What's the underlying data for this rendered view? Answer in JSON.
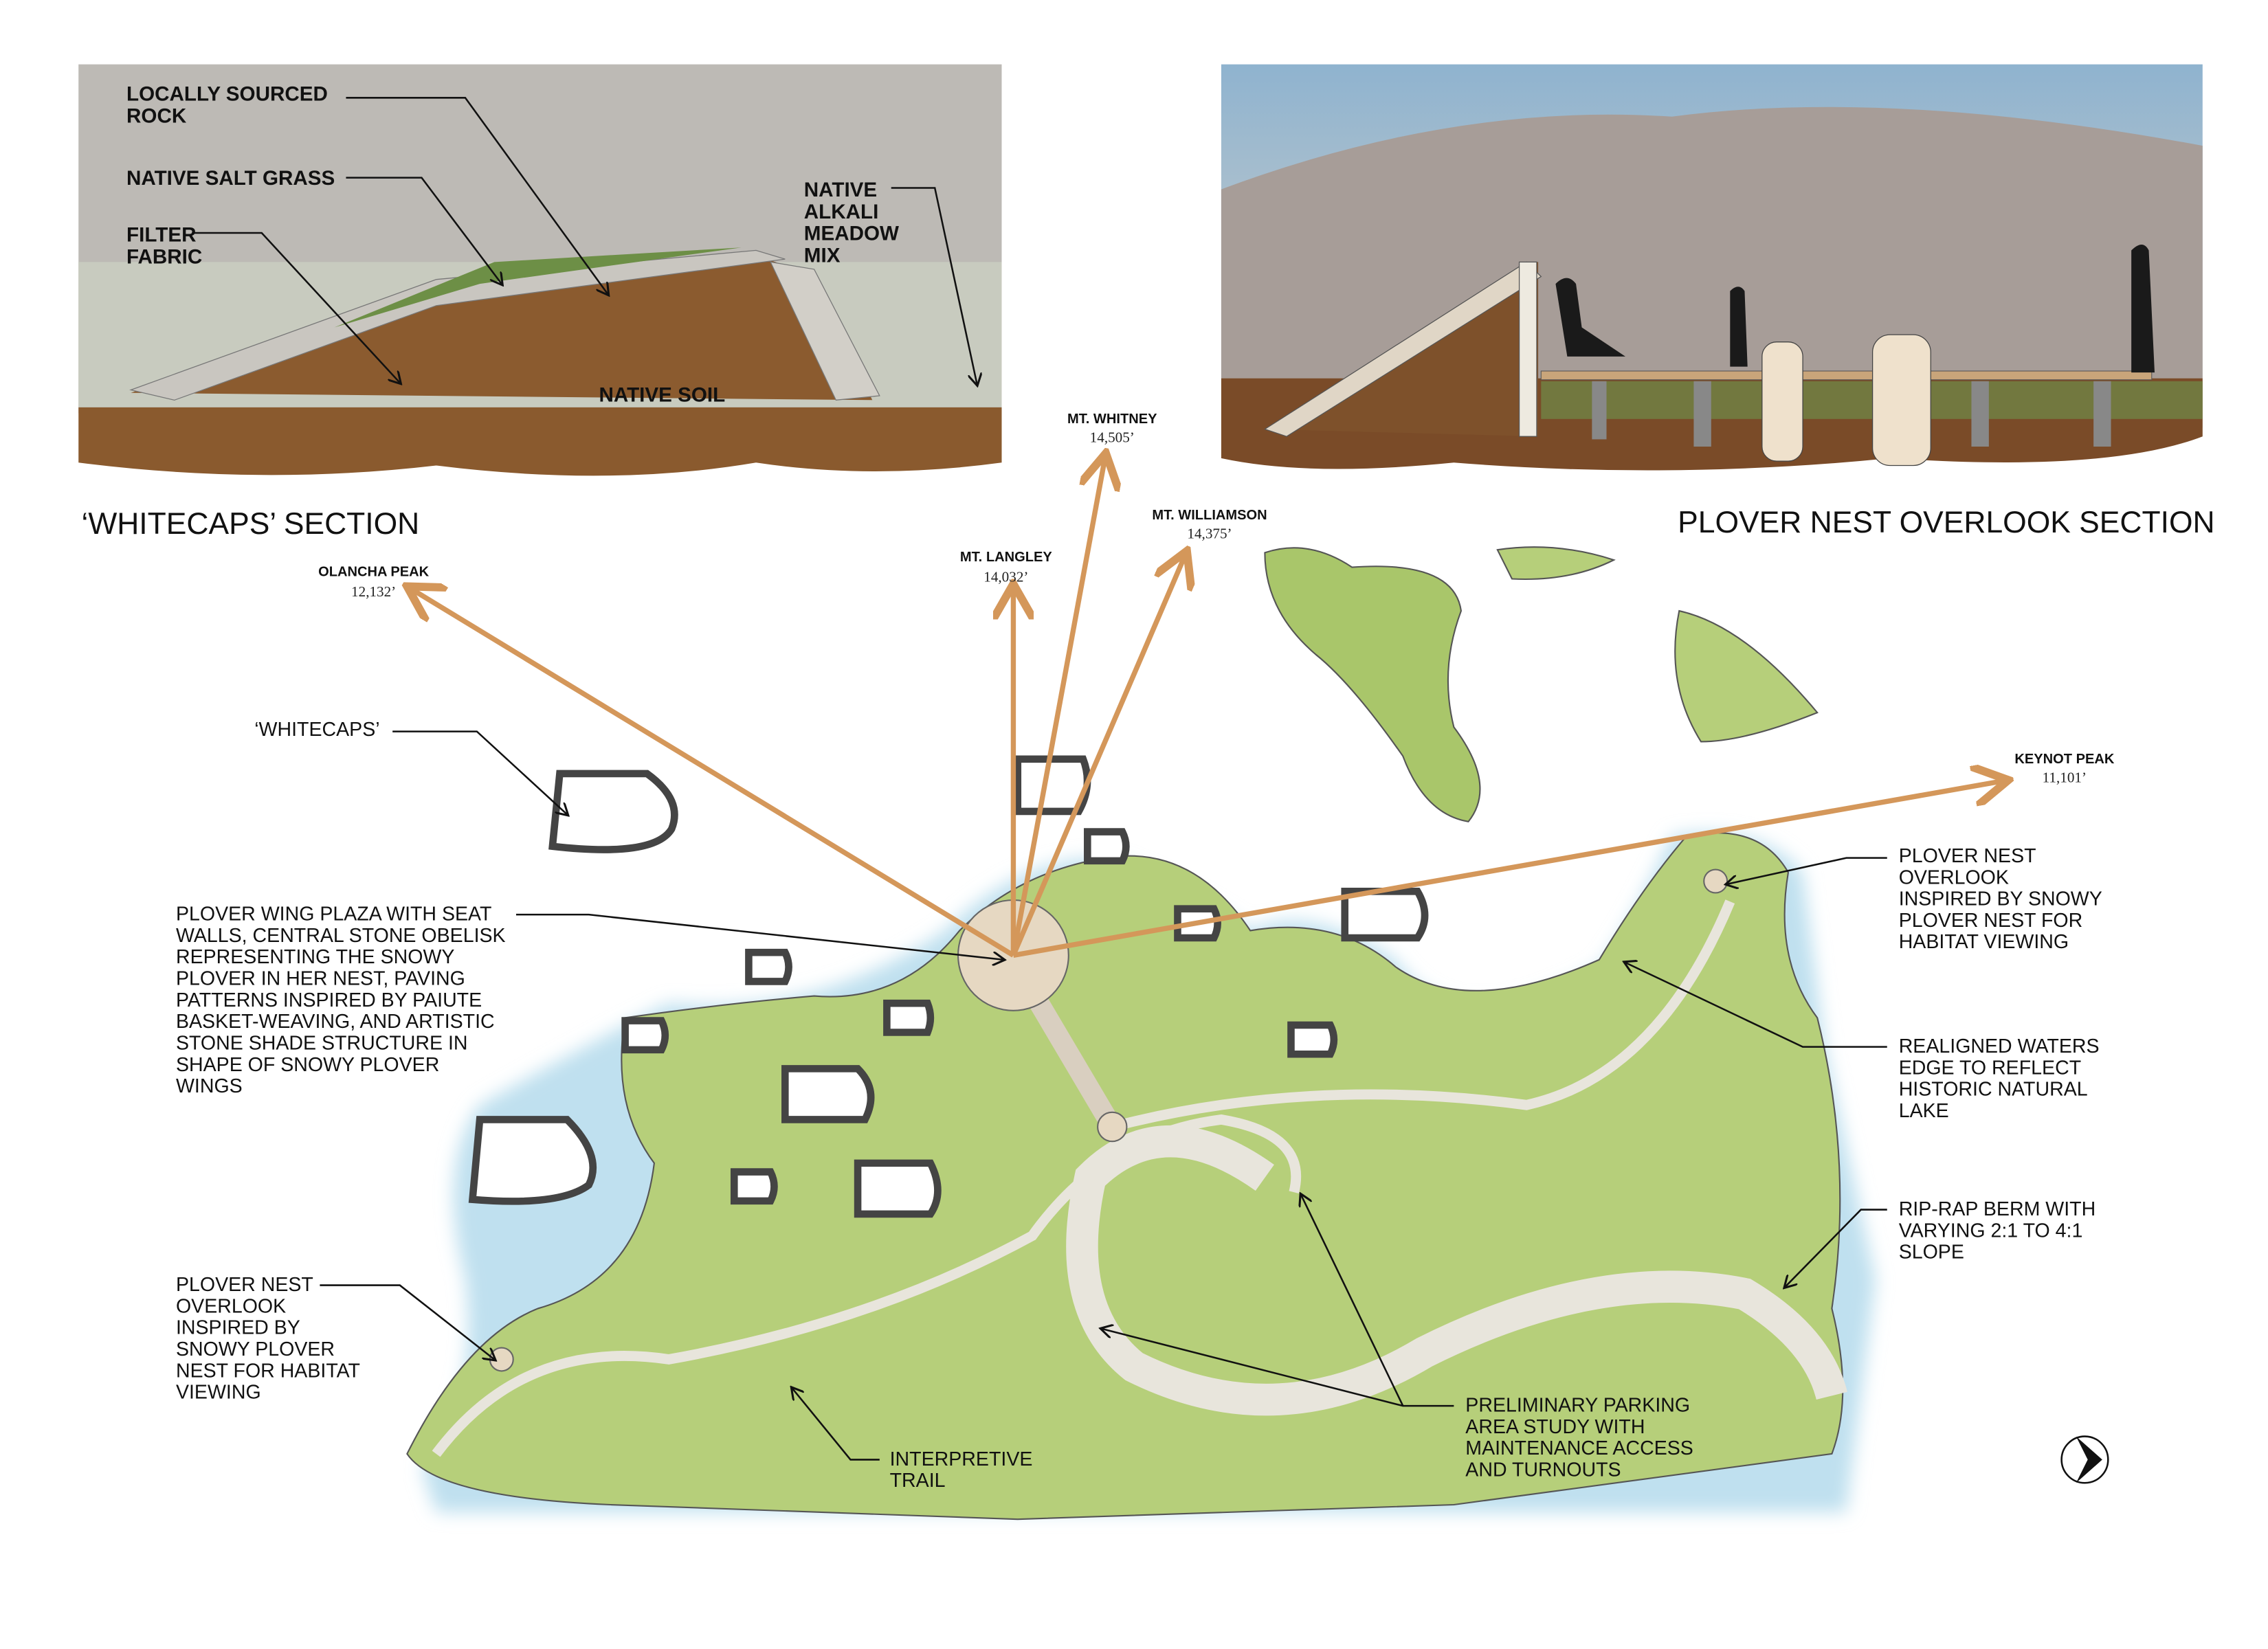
{
  "whitecaps_section": {
    "title": "‘WHITECAPS’ SECTION",
    "labels": {
      "locally_sourced_rock": [
        "LOCALLY SOURCED",
        "ROCK"
      ],
      "native_salt_grass": [
        "NATIVE SALT GRASS"
      ],
      "filter_fabric": [
        "FILTER",
        "FABRIC"
      ],
      "native_alkali_meadow_mix": [
        "NATIVE",
        "ALKALI",
        "MEADOW",
        "MIX"
      ],
      "native_soil": "NATIVE SOIL"
    }
  },
  "plover_section": {
    "title": "PLOVER NEST OVERLOOK SECTION"
  },
  "peaks": [
    {
      "name": "OLANCHA PEAK",
      "elevation": "12,132’"
    },
    {
      "name": "MT. LANGLEY",
      "elevation": "14,032’"
    },
    {
      "name": "MT. WHITNEY",
      "elevation": "14,505’"
    },
    {
      "name": "MT. WILLIAMSON",
      "elevation": "14,375’"
    },
    {
      "name": "KEYNOT PEAK",
      "elevation": "11,101’"
    }
  ],
  "callouts": {
    "whitecaps": [
      "‘WHITECAPS’"
    ],
    "plaza": [
      "PLOVER WING PLAZA WITH SEAT",
      "WALLS, CENTRAL STONE OBELISK",
      "REPRESENTING THE SNOWY",
      "PLOVER IN HER NEST, PAVING",
      "PATTERNS INSPIRED BY PAIUTE",
      "BASKET-WEAVING, AND ARTISTIC",
      "STONE SHADE STRUCTURE IN",
      "SHAPE OF SNOWY PLOVER",
      "WINGS"
    ],
    "overlook_right": [
      "PLOVER NEST",
      "OVERLOOK",
      "INSPIRED BY SNOWY",
      "PLOVER NEST FOR",
      "HABITAT VIEWING"
    ],
    "waters_edge": [
      "REALIGNED WATERS",
      "EDGE TO REFLECT",
      "HISTORIC NATURAL",
      "LAKE"
    ],
    "riprap": [
      "RIP-RAP BERM WITH",
      "VARYING 2:1 TO 4:1",
      "SLOPE"
    ],
    "overlook_left": [
      "PLOVER NEST",
      "OVERLOOK",
      "INSPIRED BY",
      "SNOWY PLOVER",
      "NEST FOR HABITAT",
      "VIEWING"
    ],
    "trail": [
      "INTERPRETIVE",
      "TRAIL"
    ],
    "parking": [
      "PRELIMINARY PARKING",
      "AREA STUDY WITH",
      "MAINTENANCE ACCESS",
      "AND TURNOUTS"
    ]
  },
  "colors": {
    "sightline": "#d4975a",
    "vegetation": "#a9c66a",
    "water": "#bfe0ef",
    "soil": "#8a5a2e"
  },
  "icons": {
    "north_arrow": "north-arrow-icon"
  }
}
